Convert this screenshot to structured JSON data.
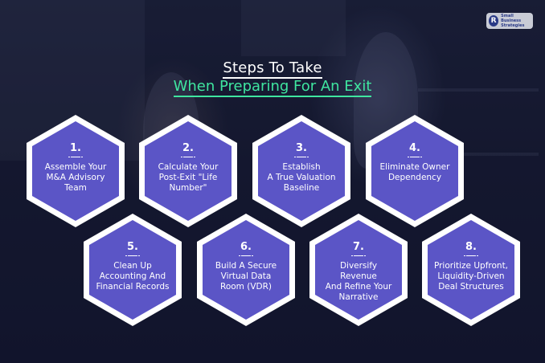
{
  "logo": {
    "mark": "R",
    "text_line1": "Small Business",
    "text_line2": "Strategies"
  },
  "header": {
    "title": "Steps To Take",
    "subtitle": "When Preparing For An Exit"
  },
  "colors": {
    "hex_fill": "#5b55c6",
    "hex_border": "#ffffff",
    "accent": "#3fe6a0"
  },
  "steps": [
    {
      "number": "1.",
      "text": "Assemble Your\nM&A Advisory\nTeam"
    },
    {
      "number": "2.",
      "text": "Calculate Your\nPost-Exit \"Life\nNumber\""
    },
    {
      "number": "3.",
      "text": "Establish\nA True Valuation\nBaseline"
    },
    {
      "number": "4.",
      "text": "Eliminate Owner\nDependency"
    },
    {
      "number": "5.",
      "text": "Clean Up\nAccounting And\nFinancial Records"
    },
    {
      "number": "6.",
      "text": "Build A Secure\nVirtual Data\nRoom (VDR)"
    },
    {
      "number": "7.",
      "text": "Diversify Revenue\nAnd Refine Your\nNarrative"
    },
    {
      "number": "8.",
      "text": "Prioritize Upfront,\nLiquidity-Driven\nDeal Structures"
    }
  ]
}
